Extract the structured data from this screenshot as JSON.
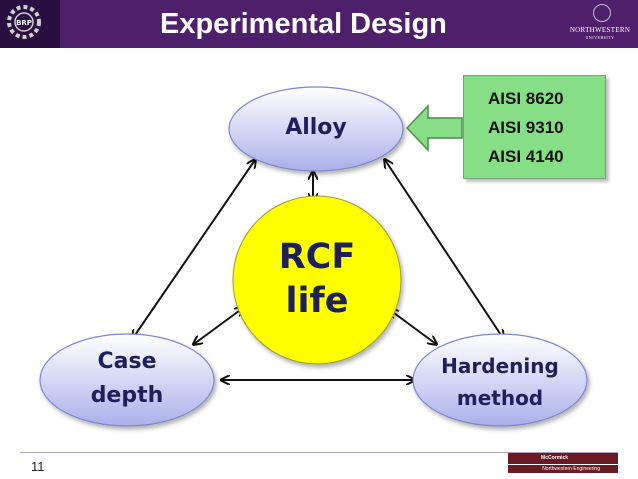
{
  "slide": {
    "title": "Experimental Design",
    "page_number": "11"
  },
  "header": {
    "logo_left_text": "BRP",
    "university_name": "NORTHWESTERN",
    "university_sub": "UNIVERSITY"
  },
  "footer": {
    "school_name": "McCormick",
    "school_sub": "Northwestern Engineering"
  },
  "diagram": {
    "nodes": {
      "alloy": "Alloy",
      "rcf_line1": "RCF",
      "rcf_line2": "life",
      "case_line1": "Case",
      "case_line2": "depth",
      "hardening_line1": "Hardening",
      "hardening_line2": "method"
    },
    "alloys": [
      "AISI 8620",
      "AISI 9310",
      "AISI 4140"
    ]
  },
  "colors": {
    "header": "#4e1f6b",
    "ellipse_top": "#ffffff",
    "ellipse_bottom": "#aab0ea",
    "rcf_fill": "#ffff00",
    "alloy_box": "#86df86",
    "arrow": "#111111",
    "footer_accent": "#6b1a24"
  }
}
